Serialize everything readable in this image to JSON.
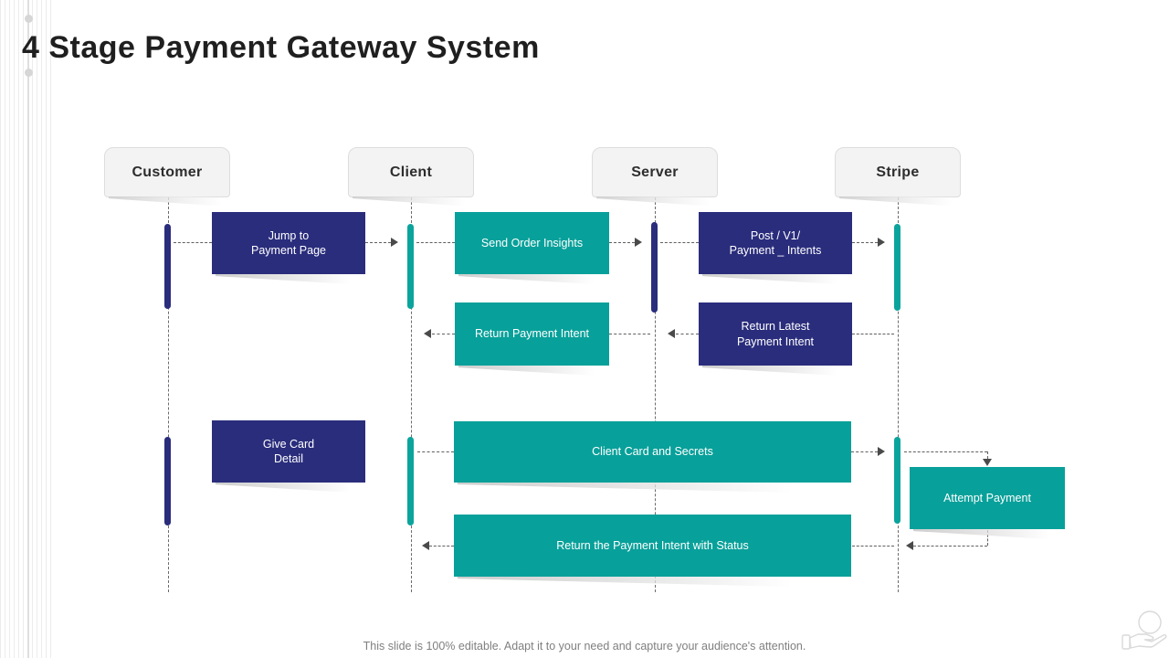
{
  "slide": {
    "title": "4 Stage Payment Gateway System",
    "footer_note": "This slide is 100% editable. Adapt it to your need and capture your audience's attention."
  },
  "colors": {
    "navy": "#2a2d7c",
    "teal": "#08a09a",
    "header_fill": "#f3f3f3",
    "header_border": "#dddddd",
    "connector": "#5f5f5f",
    "title_text": "#1f1f1f",
    "footer_text": "#7f7f7f"
  },
  "lanes": [
    {
      "id": "customer",
      "label": "Customer"
    },
    {
      "id": "client",
      "label": "Client"
    },
    {
      "id": "server",
      "label": "Server"
    },
    {
      "id": "stripe",
      "label": "Stripe"
    }
  ],
  "messages": [
    {
      "id": "jump-to-payment-page",
      "label": "Jump to\nPayment Page",
      "color": "navy",
      "from": "customer",
      "to": "client"
    },
    {
      "id": "send-order-insights",
      "label": "Send Order Insights",
      "color": "teal",
      "from": "client",
      "to": "server"
    },
    {
      "id": "post-v1-payment-intents",
      "label": "Post / V1/\nPayment _ Intents",
      "color": "navy",
      "from": "server",
      "to": "stripe"
    },
    {
      "id": "return-payment-intent",
      "label": "Return Payment Intent",
      "color": "teal",
      "from": "server",
      "to": "client"
    },
    {
      "id": "return-latest-payment-intent",
      "label": "Return Latest\nPayment Intent",
      "color": "navy",
      "from": "stripe",
      "to": "server"
    },
    {
      "id": "give-card-detail",
      "label": "Give Card\nDetail",
      "color": "navy",
      "from": "customer",
      "to": "client"
    },
    {
      "id": "client-card-and-secrets",
      "label": "Client Card and Secrets",
      "color": "teal",
      "from": "client",
      "to": "stripe"
    },
    {
      "id": "attempt-payment",
      "label": "Attempt Payment",
      "color": "teal",
      "from": "stripe",
      "to": "stripe"
    },
    {
      "id": "return-payment-intent-with-status",
      "label": "Return the Payment Intent with Status",
      "color": "teal",
      "from": "stripe",
      "to": "client"
    }
  ],
  "icons": {
    "hand_logo": "hand-holding-sphere-icon"
  }
}
